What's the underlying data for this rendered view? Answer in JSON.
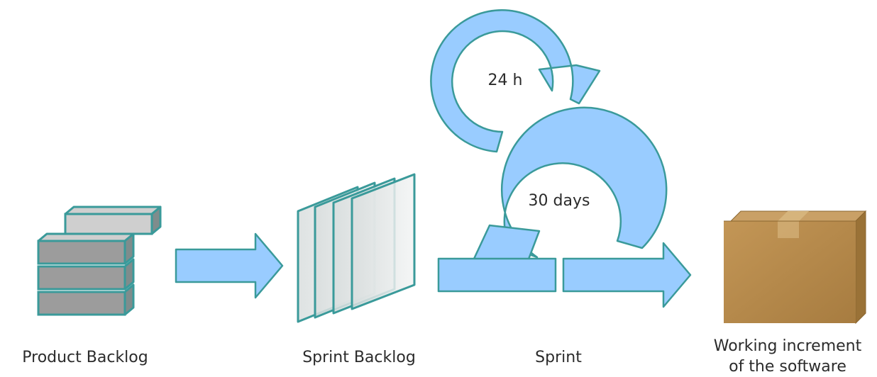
{
  "stages": [
    {
      "id": "product-backlog",
      "label_lines": [
        "Product Backlog"
      ]
    },
    {
      "id": "sprint-backlog",
      "label_lines": [
        "Sprint Backlog"
      ]
    },
    {
      "id": "sprint",
      "label_lines": [
        "Sprint"
      ]
    },
    {
      "id": "working-increment",
      "label_lines": [
        "Working increment",
        "of the software"
      ]
    }
  ],
  "cycles": {
    "daily": {
      "label": "24 h"
    },
    "sprint": {
      "label": "30 days"
    }
  },
  "colors": {
    "arrow_fill": "#99ccff",
    "arrow_stroke": "#3a9a9a",
    "block_fill": "#9c9c9c",
    "block_top": "#cfcfcf",
    "block_stroke": "#3a9a9a",
    "sheet_fill": "#e6ecec",
    "sheet_stroke": "#3a9a9a",
    "box_front": "#b98d4f",
    "box_side": "#9a7237",
    "box_top": "#c9a066",
    "tape": "#d6b47c",
    "text": "#2b2b2b"
  }
}
